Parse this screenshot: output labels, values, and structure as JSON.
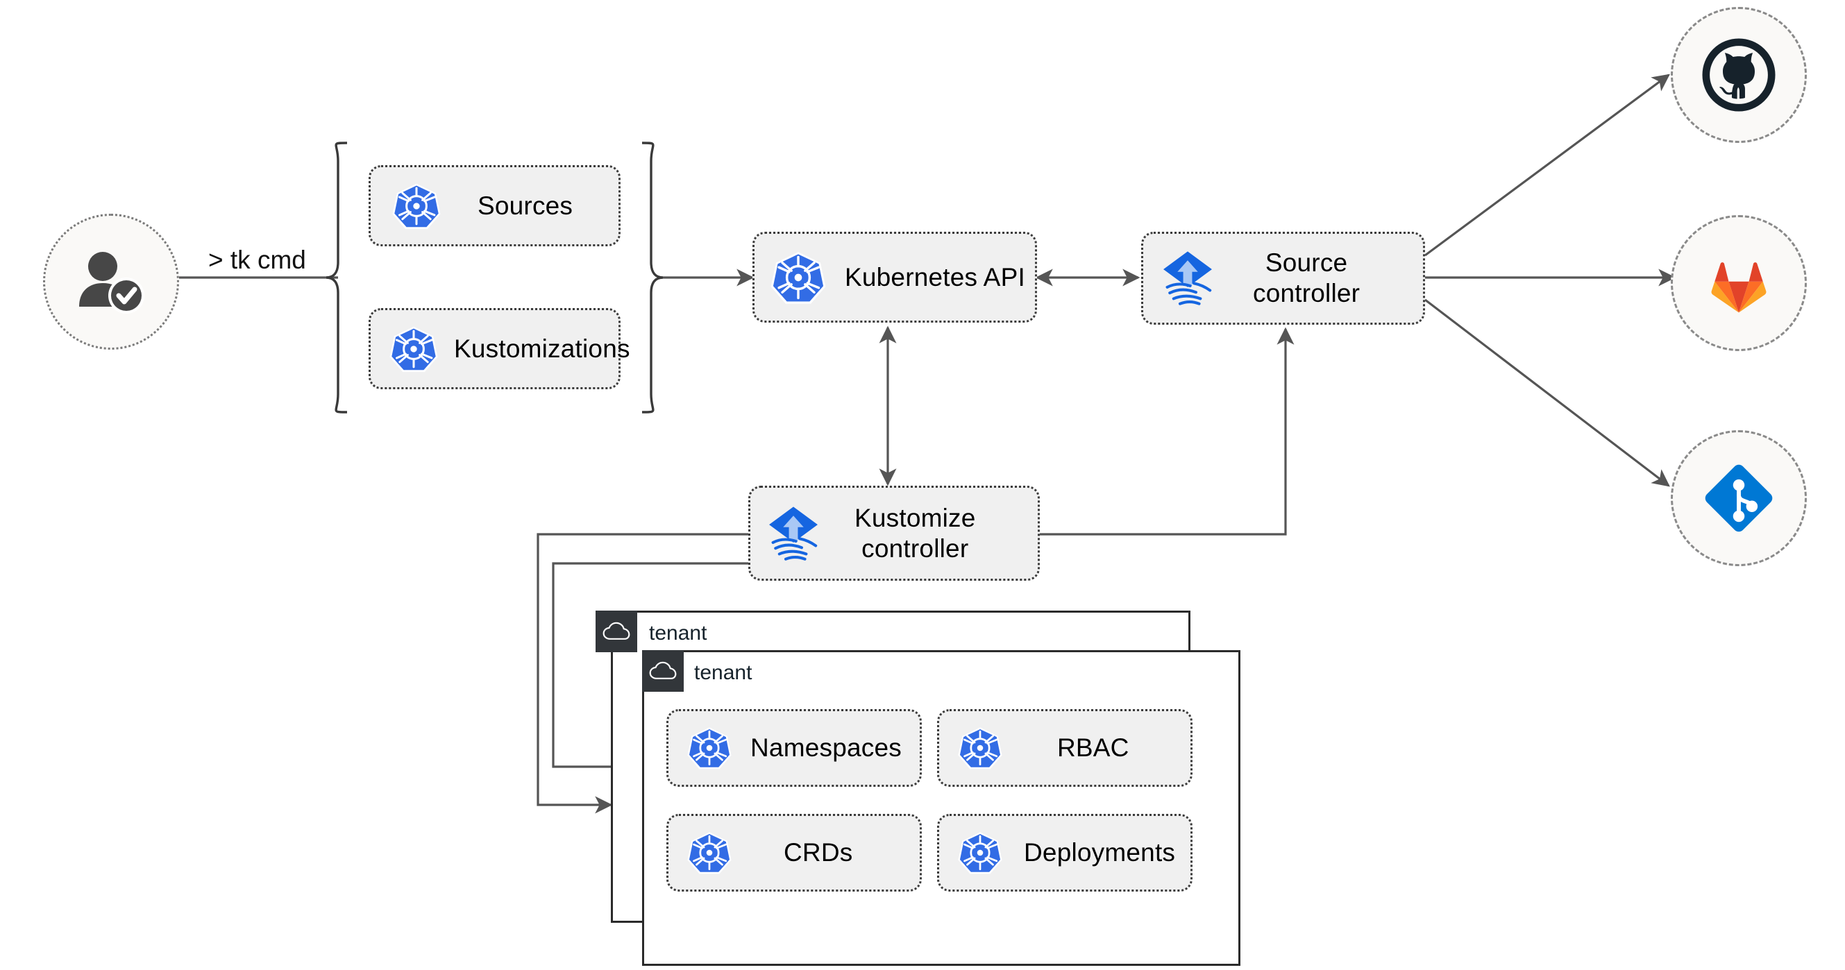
{
  "diagram": {
    "title": "Flux GitOps multi-tenancy architecture",
    "type": "architecture-flow"
  },
  "actor": {
    "name": "user-verified",
    "icon": "user-check-icon",
    "command_label": "> tk cmd"
  },
  "resource_group": {
    "brace": "curly-brace",
    "items": [
      {
        "label": "Sources",
        "icon": "kubernetes-icon"
      },
      {
        "label": "Kustomizations",
        "icon": "kubernetes-icon"
      }
    ]
  },
  "cluster": {
    "api": {
      "label": "Kubernetes API",
      "icon": "kubernetes-icon"
    },
    "controllers": [
      {
        "label": "Source\ncontroller",
        "icon": "flux-icon"
      },
      {
        "label": "Kustomize\ncontroller",
        "icon": "flux-icon"
      }
    ]
  },
  "repositories": [
    {
      "label": "github",
      "icon": "github-icon",
      "color": "#1b2b34"
    },
    {
      "label": "gitlab",
      "icon": "gitlab-icon",
      "color": "#e24329"
    },
    {
      "label": "azure-repos",
      "icon": "azure-repos-git-icon",
      "color": "#0078d4"
    }
  ],
  "tenants": [
    {
      "title": "tenant",
      "icon": "cloud-icon"
    },
    {
      "title": "tenant",
      "icon": "cloud-icon",
      "resources": [
        {
          "label": "Namespaces",
          "icon": "kubernetes-icon"
        },
        {
          "label": "RBAC",
          "icon": "kubernetes-icon"
        },
        {
          "label": "CRDs",
          "icon": "kubernetes-icon"
        },
        {
          "label": "Deployments",
          "icon": "kubernetes-icon"
        }
      ]
    }
  ],
  "colors": {
    "kubernetes_blue": "#326ce5",
    "flux_blue": "#1565e0",
    "card_fill": "#f0f0f0",
    "card_border": "#3a3a3a",
    "arrow": "#555555",
    "tenant_tab": "#32363a"
  }
}
